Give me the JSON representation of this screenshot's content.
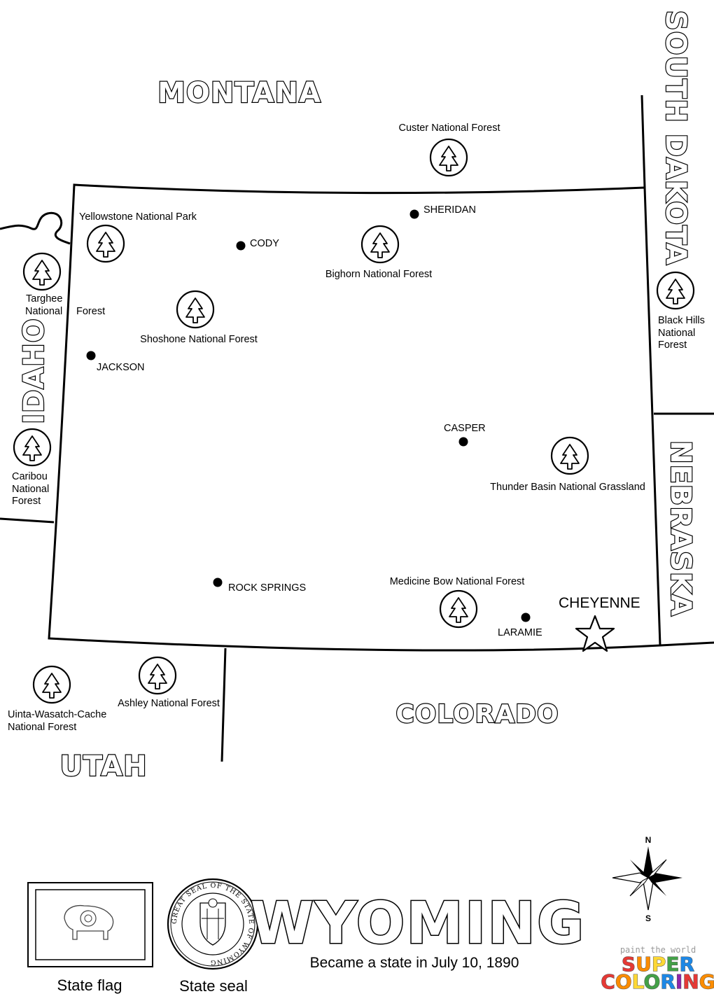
{
  "states": {
    "montana": "MONTANA",
    "south_dakota": "SOUTH DAKOTA",
    "idaho": "IDAHO",
    "nebraska": "NEBRASKA",
    "colorado": "COLORADO",
    "utah": "UTAH"
  },
  "forests": {
    "custer": "Custer National Forest",
    "yellowstone": "Yellowstone National Park",
    "bighorn": "Bighorn National Forest",
    "targhee_1": "Targhee",
    "targhee_2": "National",
    "targhee_3": "Forest",
    "shoshone": "Shoshone National Forest",
    "black_hills_1": "Black Hills",
    "black_hills_2": "National",
    "black_hills_3": "Forest",
    "caribou_1": "Caribou",
    "caribou_2": "National",
    "caribou_3": "Forest",
    "thunder_basin": "Thunder Basin National Grassland",
    "medicine_bow": "Medicine Bow National Forest",
    "ashley": "Ashley National Forest",
    "uinta_1": "Uinta-Wasatch-Cache",
    "uinta_2": "National Forest"
  },
  "cities": {
    "sheridan": "SHERIDAN",
    "cody": "CODY",
    "jackson": "JACKSON",
    "casper": "CASPER",
    "rock_springs": "ROCK SPRINGS",
    "laramie": "LARAMIE",
    "cheyenne": "CHEYENNE"
  },
  "footer": {
    "title": "WYOMING",
    "subtitle": "Became a state in July 10, 1890",
    "flag_caption": "State flag",
    "seal_caption": "State seal",
    "seal_text": "GREAT SEAL OF THE STATE OF WYOMING"
  },
  "compass": {
    "north": "N",
    "south": "S"
  },
  "brand": {
    "tagline": "paint the world",
    "word1": "SUPER",
    "word2": "COLORING",
    "colors": [
      "#e53935",
      "#fb8c00",
      "#fdd835",
      "#43a047",
      "#1e88e5",
      "#8e24aa"
    ]
  }
}
